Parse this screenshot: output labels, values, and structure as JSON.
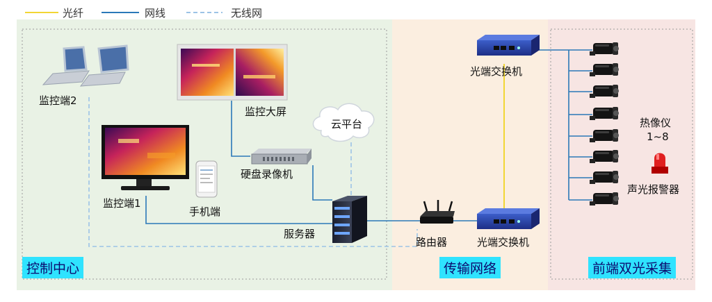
{
  "legend": {
    "fiber_label": "光纤",
    "network_label": "网线",
    "wireless_label": "无线网"
  },
  "colors": {
    "fiber": "#f2d634",
    "network": "#2a78b8",
    "wireless": "#9cc3e6",
    "control_zone": "#e9f2e5",
    "transport_zone": "#fbeee0",
    "frontend_zone": "#f7e5e3",
    "zone_tag": "#2fe3ff"
  },
  "zones": {
    "control_center": "控制中心",
    "transport_network": "传输网络",
    "frontend_capture": "前端双光采集"
  },
  "devices": {
    "monitor2": "监控端2",
    "big_screen": "监控大屏",
    "cloud": "云平台",
    "nvr": "硬盘录像机",
    "monitor1": "监控端1",
    "phone": "手机端",
    "server": "服务器",
    "router": "路由器",
    "switch_top": "光端交换机",
    "switch_bottom": "光端交换机",
    "thermal_title": "热像仪",
    "thermal_range": "1~8",
    "alarm": "声光报警器"
  }
}
